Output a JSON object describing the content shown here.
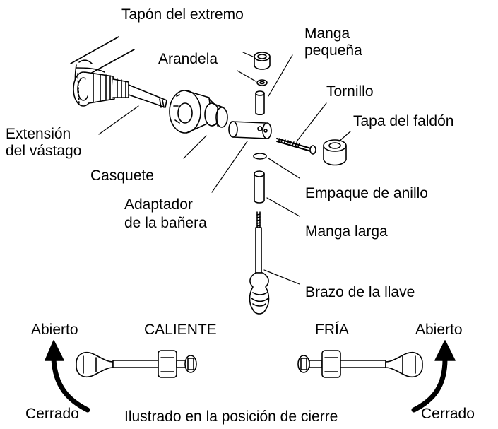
{
  "labels": {
    "end_cap": "Tapón del extremo",
    "small_sleeve_line1": "Manga",
    "small_sleeve_line2": "pequeña",
    "washer": "Arandela",
    "screw": "Tornillo",
    "skirt_cap": "Tapa del faldón",
    "stem_extension_line1": "Extensión",
    "stem_extension_line2": "del vástago",
    "bonnet": "Casquete",
    "o_ring": "Empaque de anillo",
    "tub_adapter_line1": "Adaptador",
    "tub_adapter_line2": "de la bañera",
    "long_sleeve": "Manga larga",
    "handle_arm": "Brazo de la llave"
  },
  "orientation": {
    "hot": "CALIENTE",
    "cold": "FRÍA",
    "open_left": "Abierto",
    "open_right": "Abierto",
    "closed_left": "Cerrado",
    "closed_right": "Cerrado",
    "caption": "Ilustrado en la posición de cierre"
  }
}
